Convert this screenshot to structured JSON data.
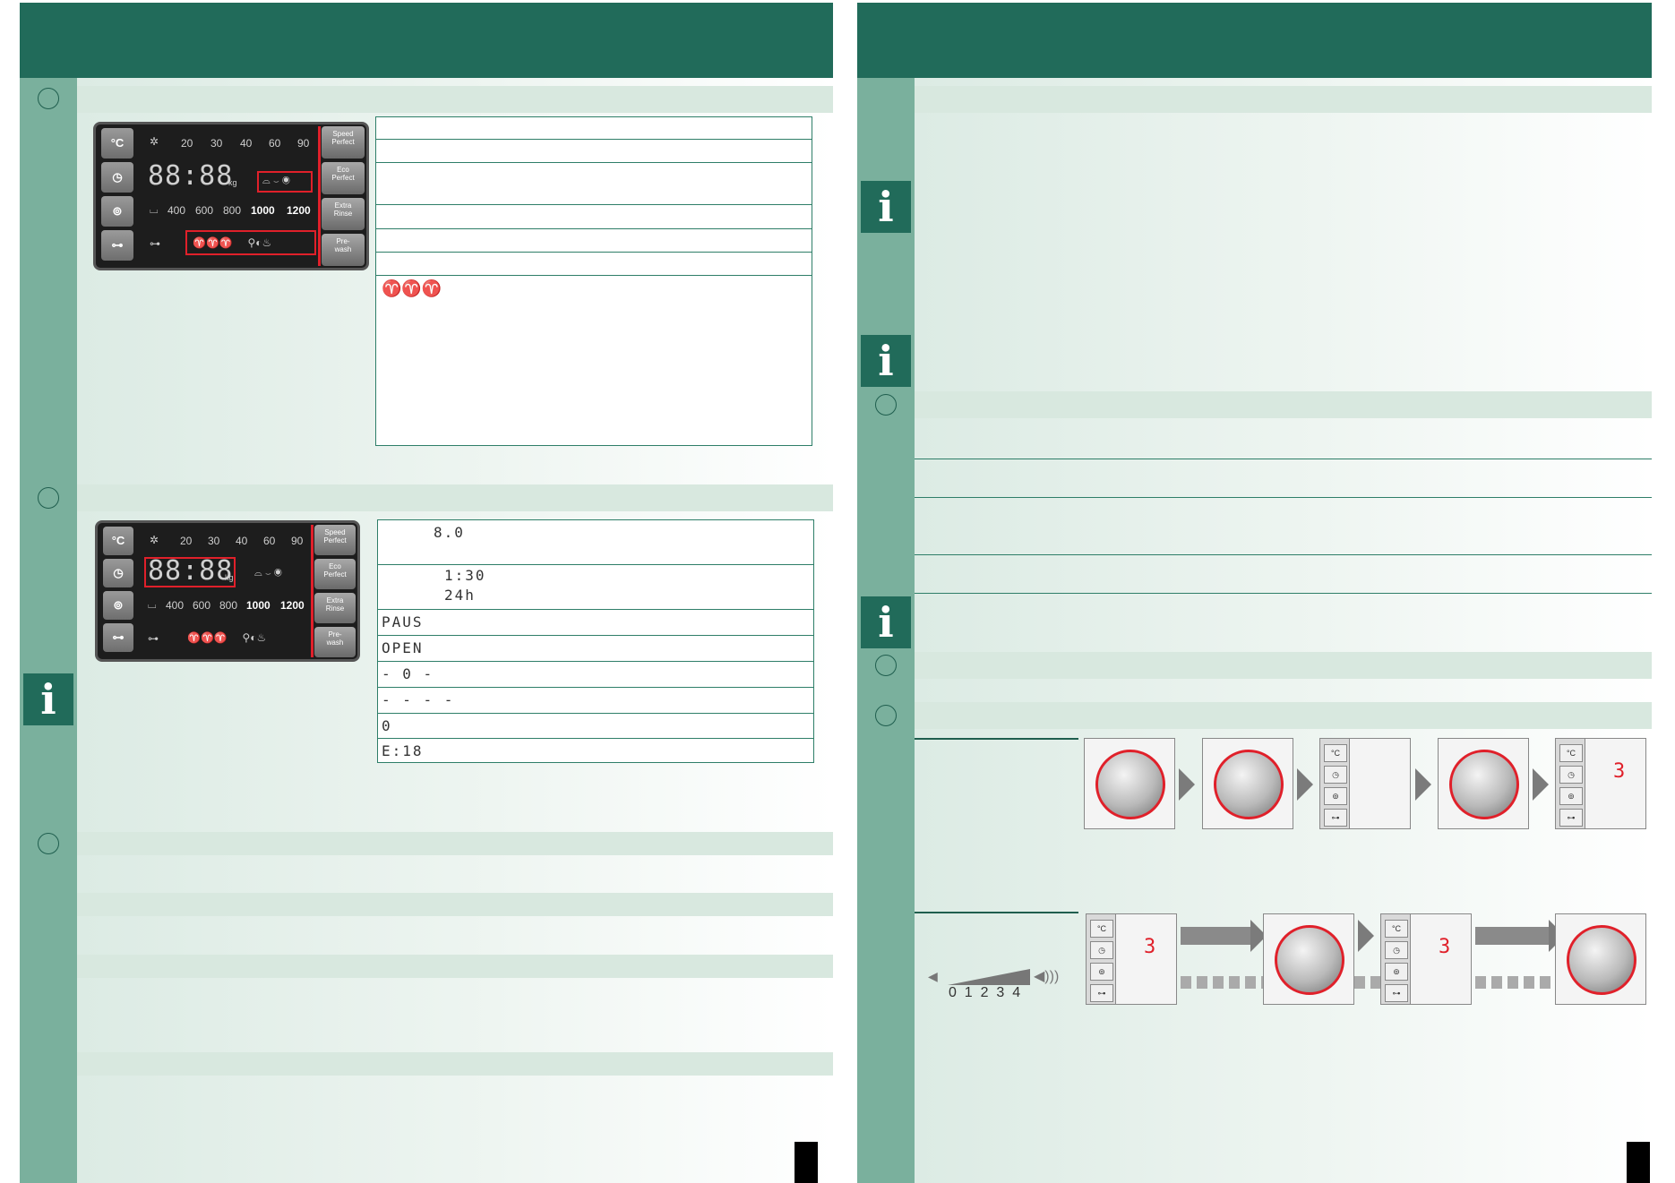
{
  "left_panel": {
    "temp_key": "°C",
    "temps": [
      "20",
      "30",
      "40",
      "60",
      "90"
    ],
    "display": "88:88",
    "unit": "kg",
    "spin_speeds": [
      "400",
      "600",
      "800",
      "1000",
      "1200"
    ],
    "right_buttons": [
      {
        "line1": "Speed",
        "line2": "Perfect"
      },
      {
        "line1": "Eco",
        "line2": "Perfect"
      },
      {
        "line1": "Extra",
        "line2": "Rinse"
      },
      {
        "line1": "Pre-",
        "line2": "wash"
      }
    ]
  },
  "display_codes": {
    "load": "8.0",
    "time_1": "1:30",
    "time_2": "24h",
    "paus": "PAUS",
    "open": "OPEN",
    "dash_zero": "- 0 -",
    "dashes": "- - - -",
    "zero": "0",
    "error": "E:18"
  },
  "step_digit": "3",
  "volume_scale": [
    "0",
    "1",
    "2",
    "3",
    "4"
  ]
}
